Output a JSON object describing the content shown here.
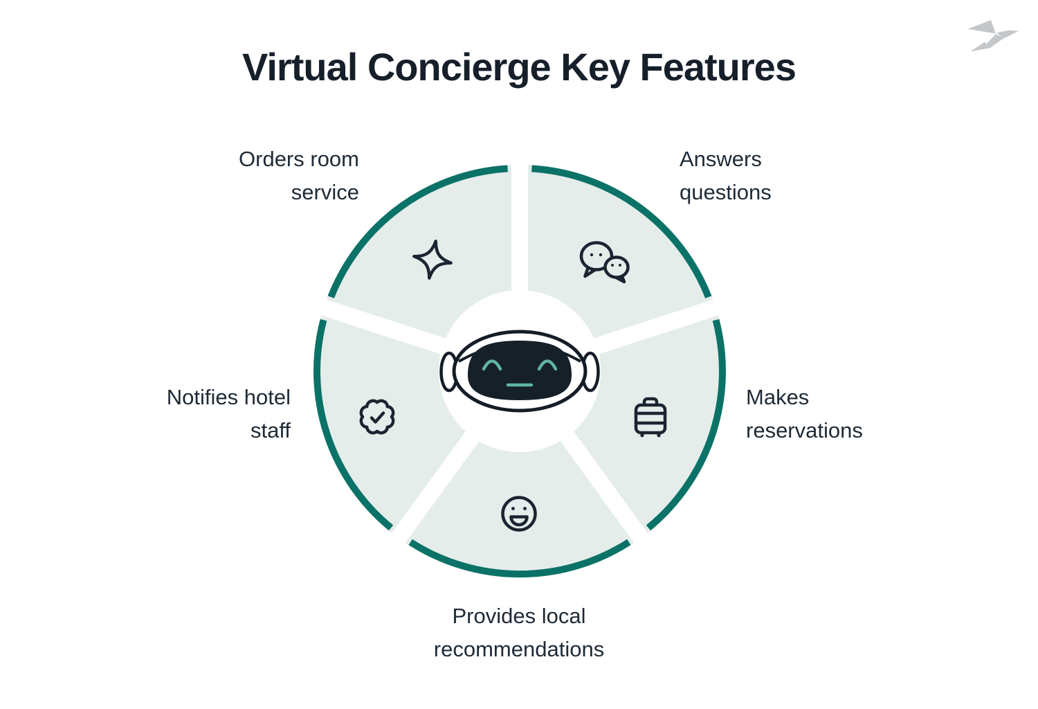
{
  "title": "Virtual Concierge Key Features",
  "colors": {
    "teal": "#0b7268",
    "segment": "#e5edeb",
    "ink": "#1e2a36",
    "icon-ink": "#1b2531",
    "title-ink": "#161f2a",
    "robot-screen": "#152029",
    "robot-teal": "#5fb4a5",
    "robot-line": "#141d27",
    "logo-gray": "#c4c7c9",
    "bg": "#ffffff"
  },
  "brand": {
    "logo_icon": "origami-bird-icon"
  },
  "wheel": {
    "center_icon": "robot-face-icon",
    "segments": [
      {
        "label": "Orders room service",
        "icon": "sparkle-icon",
        "position": "top-left"
      },
      {
        "label": "Answers questions",
        "icon": "chat-bubbles-icon",
        "position": "top-right"
      },
      {
        "label": "Makes reservations",
        "icon": "luggage-icon",
        "position": "right"
      },
      {
        "label": "Provides local recommendations",
        "icon": "smiley-face-icon",
        "position": "bottom"
      },
      {
        "label": "Notifies hotel staff",
        "icon": "badge-check-icon",
        "position": "left"
      }
    ]
  },
  "labels": {
    "top_left": "Orders room\nservice",
    "top_right": "Answers\nquestions",
    "left": "Notifies hotel\nstaff",
    "right": "Makes\nreservations",
    "bottom": "Provides local\nrecommendations"
  }
}
